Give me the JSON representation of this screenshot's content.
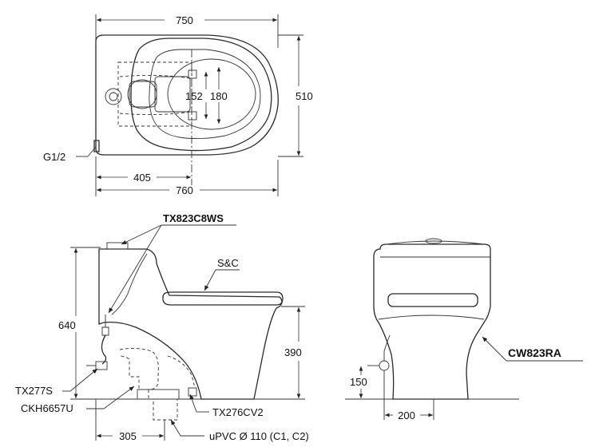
{
  "top_view": {
    "width_label": "750",
    "depth_label": "510",
    "inner_152_label": "152",
    "inner_180_label": "180",
    "setout_405_label": "405",
    "overall_760_label": "760",
    "supply_label": "G1/2"
  },
  "side_view": {
    "height_640_label": "640",
    "seat_height_390_label": "390",
    "setout_305_label": "305",
    "tank_part_label": "TX823C8WS",
    "seat_cover_label": "S&C",
    "valve_label": "TX277S",
    "flange_label": "CKH6657U",
    "fitting_label": "TX276CV2",
    "pipe_label": "uPVC Ø 110 (C1, C2)"
  },
  "front_view": {
    "model_label": "CW823RA",
    "height_150_label": "150",
    "width_200_label": "200"
  }
}
